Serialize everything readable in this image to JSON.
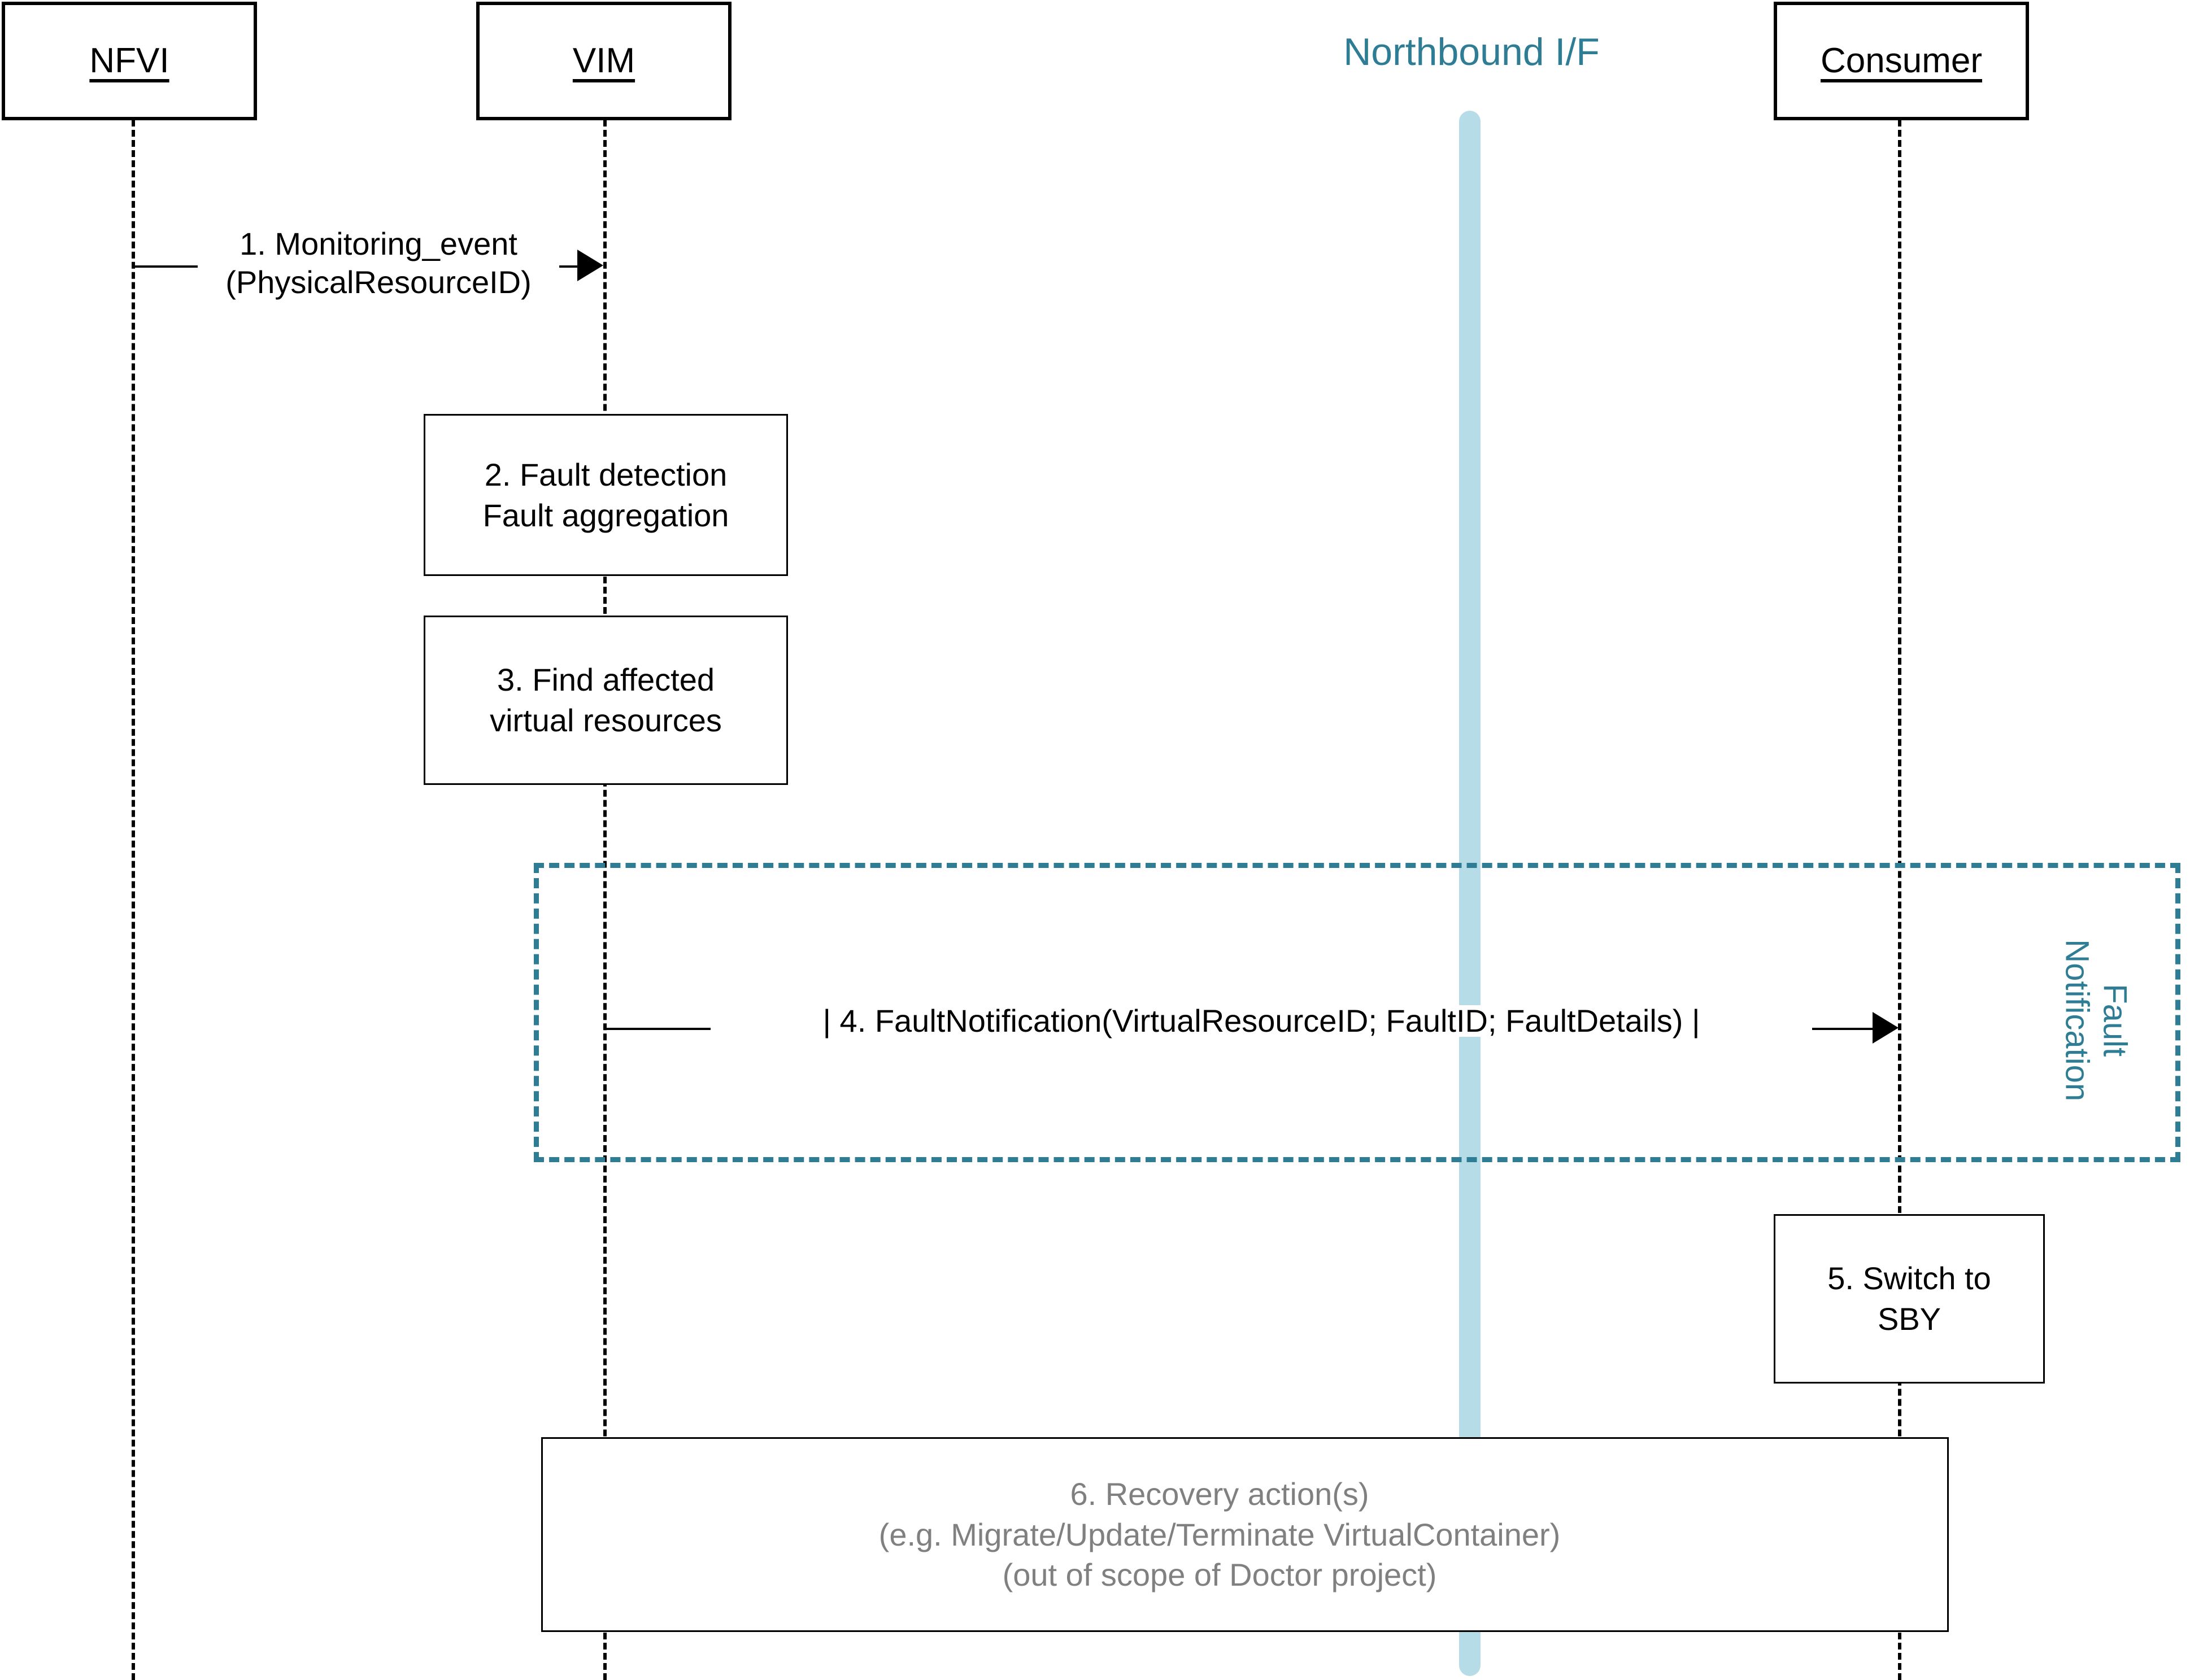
{
  "diagram": {
    "title": "Fault management sequence diagram",
    "colors": {
      "teal": "#2E7D94",
      "light_blue_bar": "#B6DCE8",
      "gray_text": "#808080",
      "black": "#000000"
    }
  },
  "lifelines": [
    {
      "id": "nfvi",
      "label": "NFVI"
    },
    {
      "id": "vim",
      "label": "VIM"
    },
    {
      "id": "consumer",
      "label": "Consumer"
    }
  ],
  "northbound": {
    "label": "Northbound I/F"
  },
  "messages": [
    {
      "id": "msg1",
      "number": "1.",
      "line1": "1. Monitoring_event",
      "line2": "(PhysicalResourceID)",
      "from": "NFVI",
      "to": "VIM"
    },
    {
      "id": "msg4",
      "number": "4.",
      "line1": "| 4. FaultNotification(VirtualResourceID; FaultID; FaultDetails) |",
      "from": "VIM",
      "to": "Consumer"
    }
  ],
  "process_boxes": [
    {
      "id": "box2",
      "line1": "2. Fault detection",
      "line2": "Fault aggregation"
    },
    {
      "id": "box3",
      "line1": "3. Find affected",
      "line2": "virtual resources"
    },
    {
      "id": "box5",
      "line1": "5. Switch to",
      "line2": "SBY"
    },
    {
      "id": "box6",
      "line1": "6. Recovery action(s)",
      "line2": "(e.g. Migrate/Update/Terminate VirtualContainer)",
      "line3": "(out of scope of Doctor project)"
    }
  ],
  "fragment": {
    "id": "fault-notification-fragment",
    "label_line1": "Fault",
    "label_line2": "Notification"
  }
}
